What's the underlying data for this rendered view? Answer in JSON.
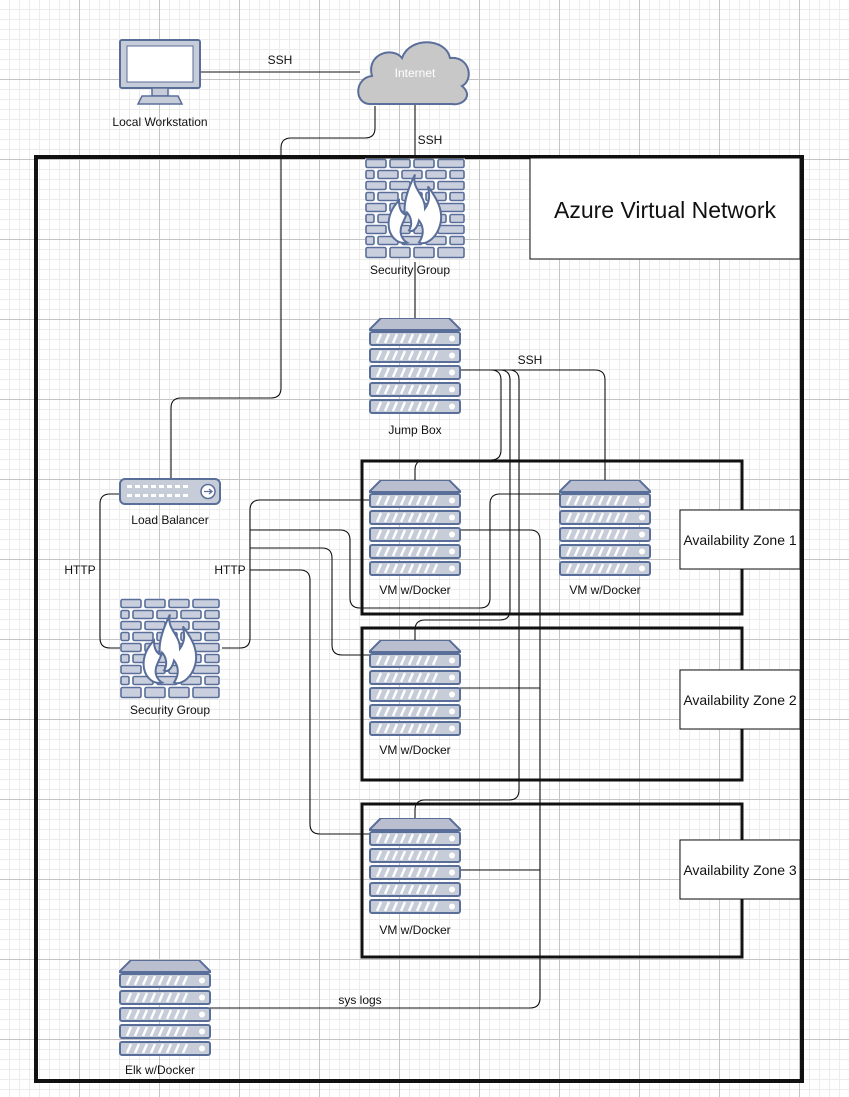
{
  "title": "Azure Virtual Network",
  "nodes": {
    "workstation": "Local Workstation",
    "internet": "Internet",
    "top_security_group": "Security Group",
    "jump_box": "Jump Box",
    "load_balancer": "Load Balancer",
    "lb_security_group": "Security Group",
    "vm1": "VM w/Docker",
    "vm2": "VM w/Docker",
    "vm3": "VM w/Docker",
    "vm4": "VM w/Docker",
    "elk": "Elk w/Docker"
  },
  "zones": [
    "Availability Zone 1",
    "Availability Zone 2",
    "Availability Zone 3"
  ],
  "edge_labels": {
    "ssh_workstation": "SSH",
    "ssh_internet": "SSH",
    "ssh_jumpbox": "SSH",
    "http_left": "HTTP",
    "http_right": "HTTP",
    "sys_logs": "sys logs"
  },
  "colors": {
    "device_fill": "#c7ccd9",
    "device_stroke": "#5a6e9a",
    "brick_fill": "#c9cfdc",
    "cloud_fill": "#c8c8c8",
    "line": "#111111"
  }
}
